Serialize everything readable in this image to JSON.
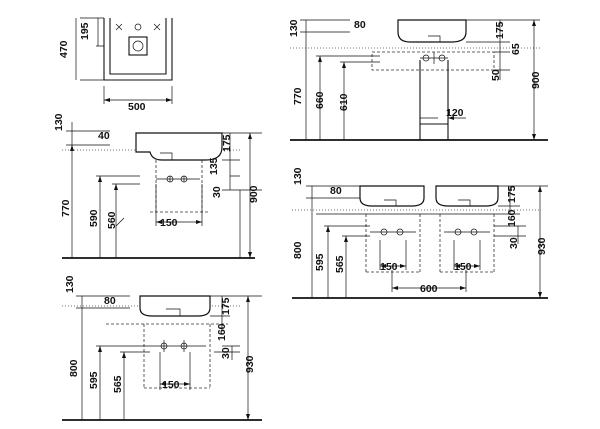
{
  "views": {
    "top": {
      "d_195": "195",
      "d_470": "470",
      "d_500": "500"
    },
    "single_wall": {
      "d_130": "130",
      "d_40": "40",
      "d_175": "175",
      "d_135": "135",
      "d_30": "30",
      "d_770": "770",
      "d_590": "590",
      "d_560": "560",
      "d_150": "150",
      "d_900": "900"
    },
    "single_wall_800": {
      "d_130": "130",
      "d_80": "80",
      "d_175": "175",
      "d_160": "160",
      "d_30": "30",
      "d_800": "800",
      "d_595": "595",
      "d_565": "565",
      "d_150": "150",
      "d_930": "930"
    },
    "console": {
      "d_130": "130",
      "d_80": "80",
      "d_175": "175",
      "d_65": "65",
      "d_50": "50",
      "d_770": "770",
      "d_660": "660",
      "d_610": "610",
      "d_120": "120",
      "d_900": "900"
    },
    "double": {
      "d_130": "130",
      "d_80": "80",
      "d_175": "175",
      "d_160": "160",
      "d_30": "30",
      "d_800": "800",
      "d_595": "595",
      "d_565": "565",
      "d_150_left": "150",
      "d_150_right": "150",
      "d_600": "600",
      "d_930": "930"
    }
  }
}
